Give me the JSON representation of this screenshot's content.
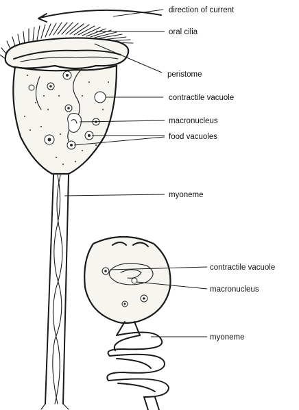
{
  "labels": {
    "direction_of_current": "direction of current",
    "oral_cilia": "oral cilia",
    "peristome": "peristome",
    "contractile_vacuole": "contractile vacuole",
    "macronucleus": "macronucleus",
    "food_vacuoles": "food vacuoles",
    "myoneme": "myoneme",
    "contractile_vacuole_2": "contractile vacuole",
    "macronucleus_2": "macronucleus",
    "myoneme_2": "myoneme"
  }
}
